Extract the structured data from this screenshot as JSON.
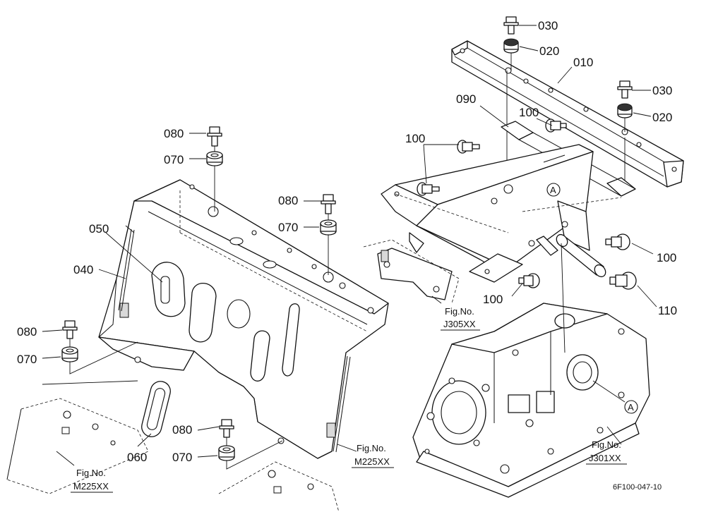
{
  "diagram": {
    "code": "6F100-047-10",
    "callouts": {
      "p010": "010",
      "p020a": "020",
      "p020b": "020",
      "p030a": "030",
      "p030b": "030",
      "p040": "040",
      "p050": "050",
      "p060": "060",
      "p070a": "070",
      "p070b": "070",
      "p070c": "070",
      "p070d": "070",
      "p080a": "080",
      "p080b": "080",
      "p080c": "080",
      "p080d": "080",
      "p090": "090",
      "p100a": "100",
      "p100b": "100",
      "p100c": "100",
      "p100d": "100",
      "p110": "110"
    },
    "markers": {
      "a1": "A",
      "a2": "A"
    },
    "fig_refs": {
      "j305": {
        "label": "Fig.No.",
        "code": "J305XX"
      },
      "m225a": {
        "label": "Fig.No.",
        "code": "M225XX"
      },
      "m225b": {
        "label": "Fig.No.",
        "code": "M225XX"
      },
      "j301": {
        "label": "Fig.No.",
        "code": "J301XX"
      }
    }
  }
}
